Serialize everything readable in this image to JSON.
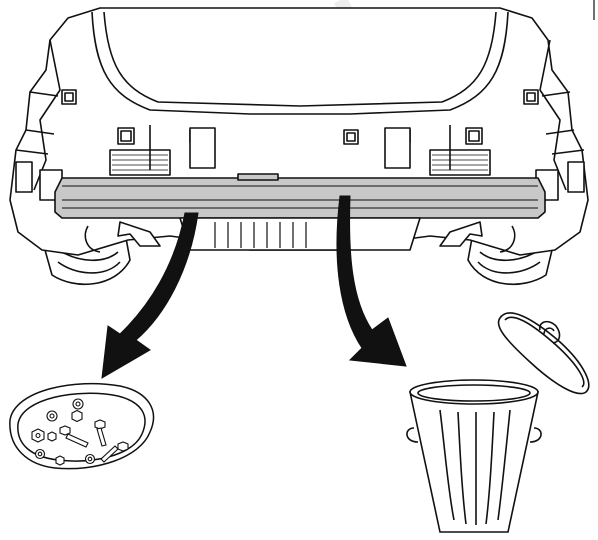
{
  "figure": {
    "parts": [
      {
        "id": "rear-bumper-assembly",
        "icon": "bumper-reinforcement-icon"
      },
      {
        "id": "parts-tray",
        "icon": "fastener-tray-icon"
      },
      {
        "id": "waste-bin",
        "icon": "trash-can-icon"
      }
    ],
    "arrows": [
      {
        "from": "bumper-reinforcement-bar",
        "to": "parts-tray"
      },
      {
        "from": "bumper-reinforcement-bar",
        "to": "waste-bin"
      }
    ],
    "watermark": "Oil",
    "colors": {
      "line": "#111111",
      "highlight": "#c8c8c8",
      "arrow": "#111111",
      "watermark": "#eeeeee",
      "background": "#ffffff"
    }
  }
}
